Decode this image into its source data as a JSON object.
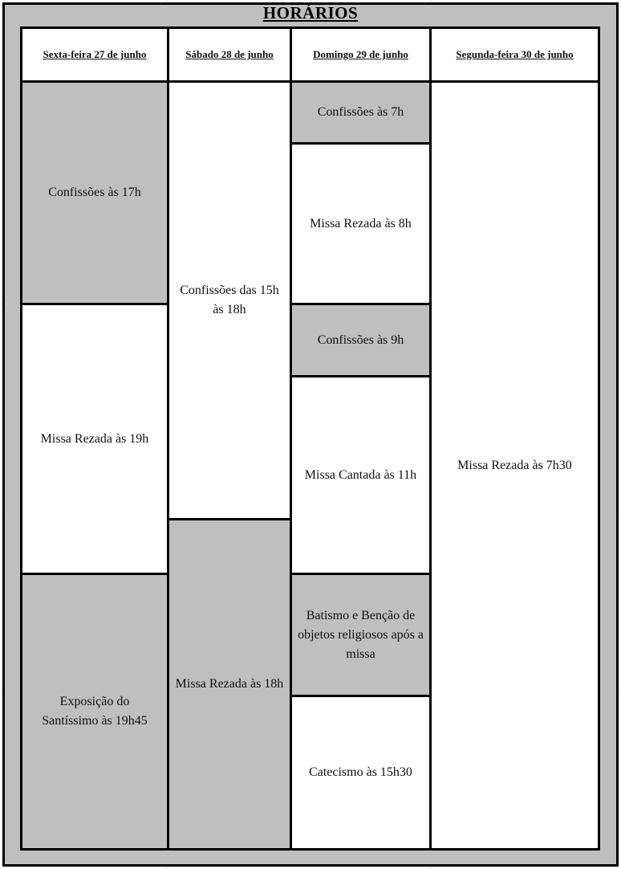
{
  "title": "HORÁRIOS",
  "headers": [
    "Sexta-feira 27 de junho",
    "Sábado 28 de junho",
    "Domingo 29 de junho",
    "Segunda-feira 30 de junho"
  ],
  "friday": {
    "confissoes": "Confissões às 17h",
    "missa": "Missa Rezada às 19h",
    "exposicao": "Exposição do Santíssimo às 19h45"
  },
  "saturday": {
    "confissoes": "Confissões das 15h às 18h",
    "missa": "Missa Rezada às 18h"
  },
  "sunday": {
    "confissoes_7": "Confissões às 7h",
    "missa_8": "Missa Rezada às 8h",
    "confissoes_9": "Confissões às 9h",
    "missa_11": "Missa Cantada às 11h",
    "batismo": "Batismo e Benção de objetos religiosos após a missa",
    "catecismo": "Catecismo às 15h30"
  },
  "monday": {
    "missa": "Missa Rezada às 7h30"
  },
  "colors": {
    "shaded": "#bfbfbf",
    "plain": "#ffffff",
    "border": "#000000"
  }
}
